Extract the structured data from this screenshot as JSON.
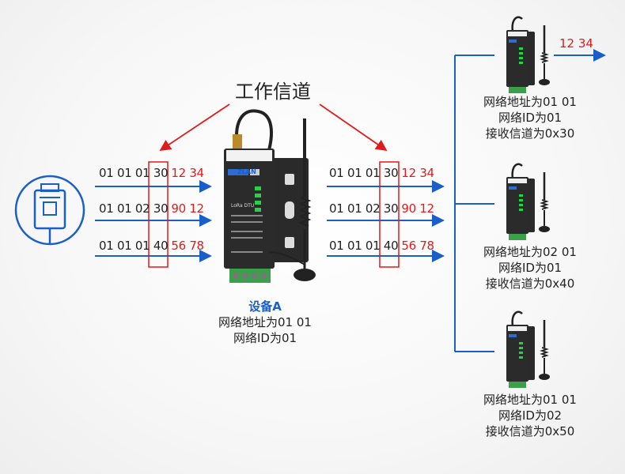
{
  "title": "工作信道",
  "left_rows": [
    {
      "prefix": "01 01 01 30",
      "suffix": "12 34"
    },
    {
      "prefix": "01 01 02 30",
      "suffix": "90 12"
    },
    {
      "prefix": "01 01 01 40",
      "suffix": "56 78"
    }
  ],
  "mid_rows": [
    {
      "prefix": "01 01 01 30",
      "suffix": "12 34"
    },
    {
      "prefix": "01 01 02 30",
      "suffix": "90 12"
    },
    {
      "prefix": "01 01 01 40",
      "suffix": "56 78"
    }
  ],
  "device_a": {
    "name": "设备A",
    "line1": "网络地址为01 01",
    "line2": "网络ID为01",
    "brand": "ZLAN",
    "model": "LoRa DTU"
  },
  "receivers": [
    {
      "line1": "网络地址为01 01",
      "line2": "网络ID为01",
      "line3": "接收信道为0x30"
    },
    {
      "line1": "网络地址为02 01",
      "line2": "网络ID为01",
      "line3": "接收信道为0x40"
    },
    {
      "line1": "网络地址为01 01",
      "line2": "网络ID为02",
      "line3": "接收信道为0x50"
    }
  ],
  "output_packet": "12 34",
  "colors": {
    "blue": "#1a5fc8",
    "red": "#e01b1b",
    "device_dark": "#2b2b2b",
    "terminal_green": "#3aa04a"
  }
}
